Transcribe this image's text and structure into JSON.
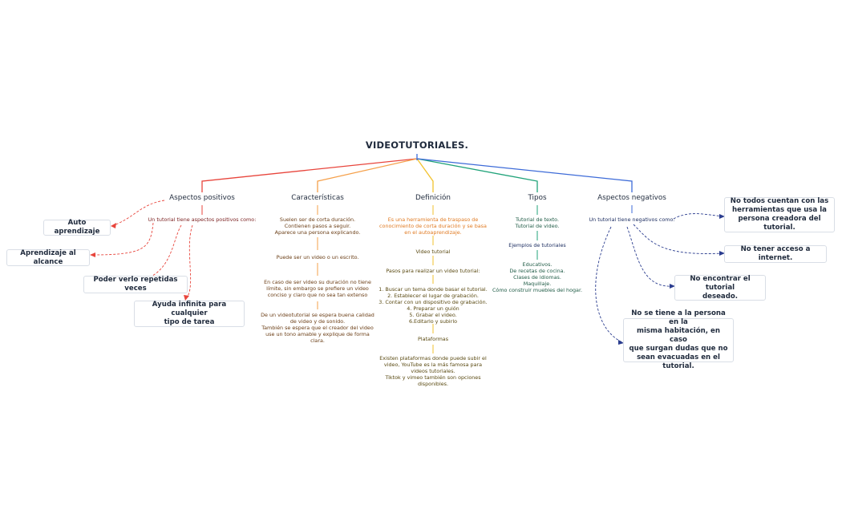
{
  "title": "VIDEOTUTORIALES.",
  "branches": {
    "positive": {
      "label": "Aspectos positivos",
      "intro": "Un tutorial tiene aspectos positivos como:",
      "items": [
        "Auto aprendizaje",
        "Aprendizaje al alcance",
        "Poder verlo repetidas veces",
        "Ayuda infinita para cualquier\ntipo de tarea"
      ]
    },
    "characteristics": {
      "label": "Características",
      "notes": [
        "Suelen ser de corta duración.\nContienen pasos a seguir.\nAparece una persona explicando.",
        "Puede ser un video o un escrito.",
        "En caso de ser video su duración no tiene\nlímite, sin embargo se prefiere un video\nconciso y claro que no sea tan extenso",
        "De un videotutorial se espera buena calidad\nde video y de sonido.\nTambién se espera que el creador del video\nuse un tono amable y explique de forma\nclara."
      ]
    },
    "definition": {
      "label": "Definición",
      "notes": [
        "Es una herramienta de traspaso de\nconocimiento de corta duración y se basa\nen el autoaprendizaje.",
        "Video tutorial",
        "Pasos para realizar un video tutorial:",
        "1. Buscar un tema donde basar el tutorial.\n2. Establecer el lugar de grabación.\n3. Contar con un dispositivo de grabación.\n4. Preparar un guión\n5. Grabar el video.\n6.Editarlo y subirlo",
        "Plataformas",
        "Existen plataformas donde puede subir el\nvideo, YouTube es la más famosa para\nvideos tutoriales.\nTiktok y vimeo también son opciones\ndisponibles."
      ]
    },
    "types": {
      "label": "Tipos",
      "notes": [
        "Tutorial de texto.\nTutorial de video.",
        "Ejemplos de tutoriales",
        "Educativos.\nDe recetas de cocina.\nClases de idiomas.\nMaquillaje.\nCómo construir muebles del hogar."
      ]
    },
    "negative": {
      "label": "Aspectos negativos",
      "intro": "Un tutorial tiene negativos como:",
      "items": [
        "No todos cuentan con las\nherramientas que usa la\npersona creadora del tutorial.",
        "No tener acceso a internet.",
        "No encontrar el tutorial\ndeseado.",
        "No se tiene a la persona en la\nmisma habitación, en caso\nque surgan dudas que no\nsean evacuadas en el tutorial."
      ]
    }
  },
  "colors": {
    "red": "#e8453c",
    "orange": "#f5a04a",
    "yellow": "#f2c22e",
    "green": "#21a37a",
    "blue": "#3d6bd8",
    "navy": "#2b3d8f"
  }
}
